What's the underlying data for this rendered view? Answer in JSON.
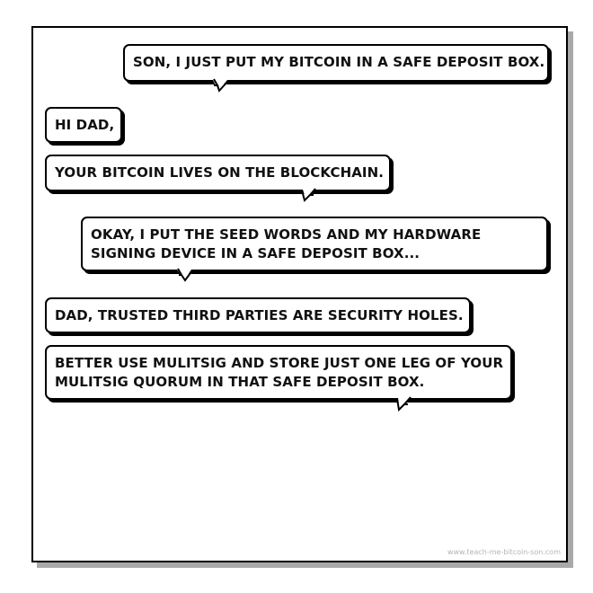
{
  "comic": {
    "messages": [
      {
        "speaker": "dad",
        "text": "SON, I JUST PUT MY BITCOIN IN A SAFE DEPOSIT BOX."
      },
      {
        "speaker": "son",
        "text": "HI DAD,"
      },
      {
        "speaker": "son",
        "text": "YOUR BITCOIN LIVES ON THE BLOCKCHAIN."
      },
      {
        "speaker": "dad",
        "lines": [
          "OKAY, I PUT THE SEED WORDS AND MY HARDWARE",
          "SIGNING DEVICE IN A SAFE DEPOSIT BOX..."
        ]
      },
      {
        "speaker": "son",
        "text": "DAD, TRUSTED THIRD PARTIES ARE SECURITY HOLES."
      },
      {
        "speaker": "son",
        "lines": [
          "BETTER USE MULITSIG AND STORE JUST ONE LEG OF YOUR",
          "MULITSIG QUORUM IN THAT SAFE DEPOSIT BOX."
        ]
      }
    ],
    "watermark": "www.teach-me-bitcoin-son.com"
  }
}
